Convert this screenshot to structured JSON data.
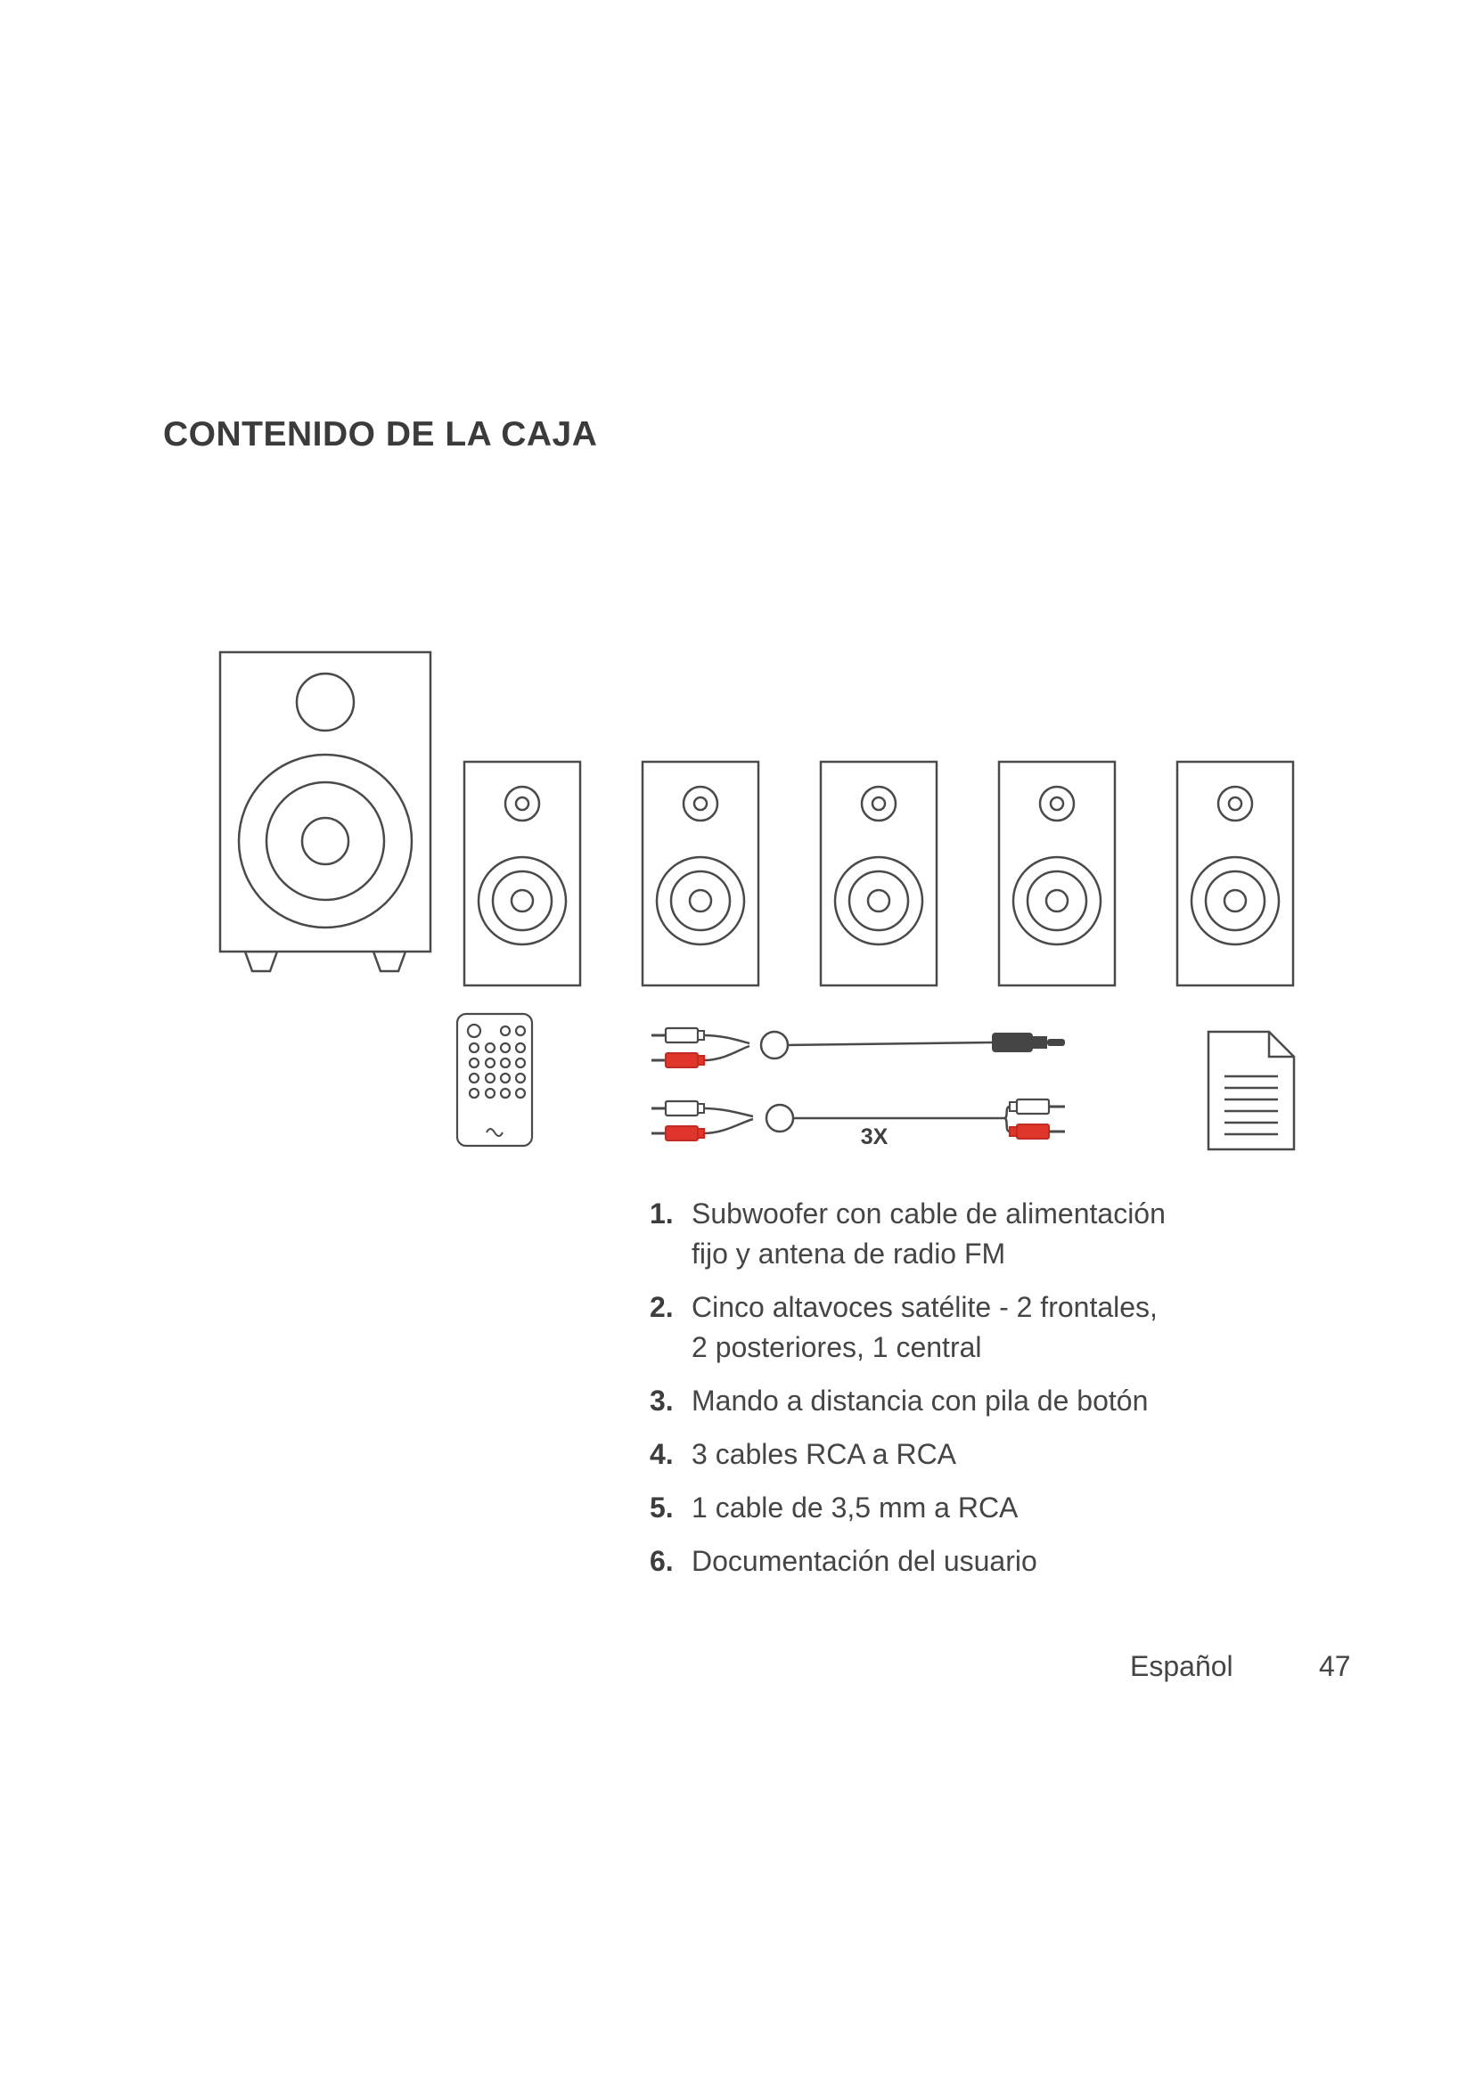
{
  "page": {
    "title": "CONTENIDO DE LA CAJA",
    "language": "Español",
    "page_number": "47"
  },
  "illustrations": {
    "subwoofer": "subwoofer with speaker cone and bass port",
    "satellite_count": 5,
    "remote": "remote control with button grid",
    "cables": "one 3.5 mm to RCA cable, one RCA to RCA cable",
    "cable_quantity_label": "3X",
    "documentation": "user documentation sheet"
  },
  "list": {
    "items": [
      {
        "number": "1.",
        "text": "Subwoofer con cable de alimentación\nfijo y antena de radio FM"
      },
      {
        "number": "2.",
        "text": "Cinco altavoces satélite - 2 frontales,\n2 posteriores, 1 central"
      },
      {
        "number": "3.",
        "text": "Mando a distancia con pila de botón"
      },
      {
        "number": "4.",
        "text": "3 cables RCA a RCA"
      },
      {
        "number": "5.",
        "text": "1 cable de 3,5 mm a RCA"
      },
      {
        "number": "6.",
        "text": "Documentación del usuario"
      }
    ]
  },
  "colors": {
    "text": "#454545",
    "line_art": "#4a4a4a",
    "accent_red": "#e0352b"
  }
}
